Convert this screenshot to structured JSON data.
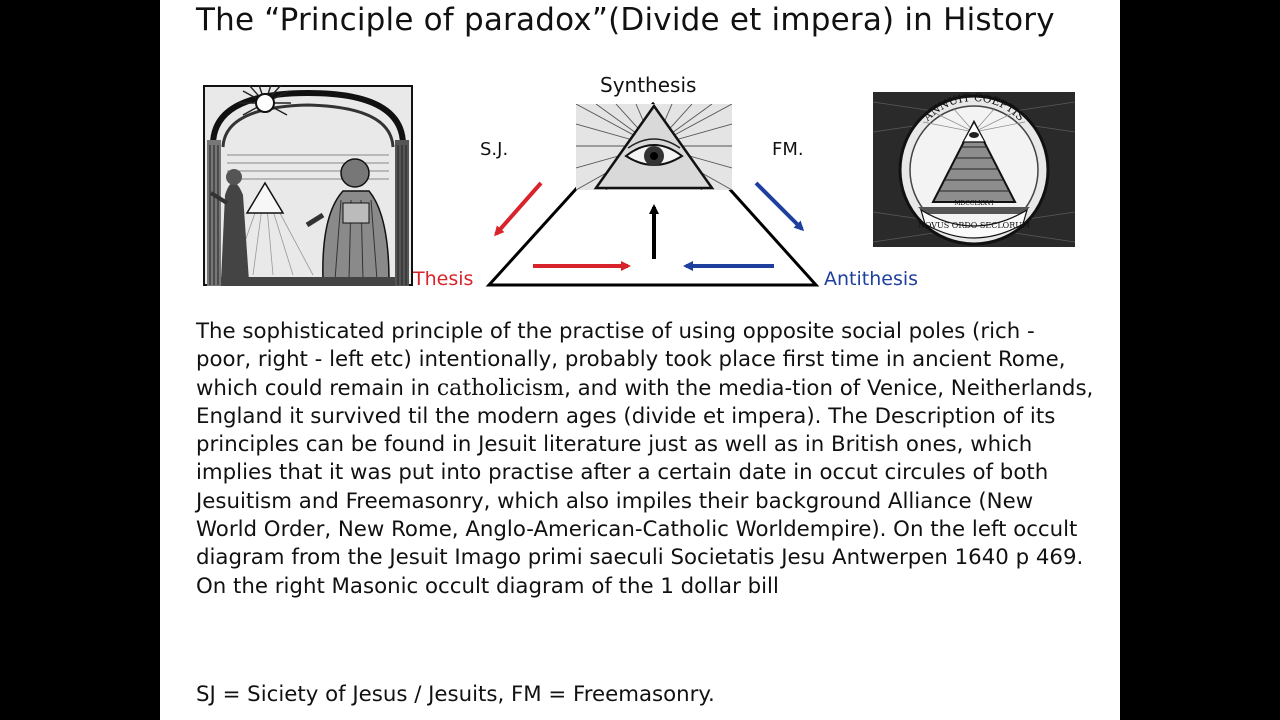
{
  "slide": {
    "title": "The “Principle of paradox”(Divide et impera) in History",
    "diagram": {
      "top_label": "Synthesis",
      "left_side_label": "S.J.",
      "right_side_label": "FM.",
      "bottom_left_label": "Thesis",
      "bottom_right_label": "Antithesis",
      "colors": {
        "thesis": "#d8232a",
        "antithesis": "#1f3f9e",
        "synthesis_arrow": "#000000"
      }
    },
    "right_seal": {
      "text_top": "ANNUIT COEPTIS",
      "text_bottom": "NOVUS ORDO SECLORUM",
      "year": "MDCCLXXVI"
    },
    "body": {
      "part1": "The sophisticated principle of the practise of using opposite social poles (rich - poor, right - left etc) intentionally, probably took place first time in ancient Rome, which could remain in ",
      "serif_word": "catholicism",
      "part2": ", and with the media-tion of Venice, Neitherlands, England it survived til the modern ages (divide et impera). The Description of its principles can be found in Jesuit literature  just as well as in British ones, which implies that it was put into practise after a certain date in occut circules of both Jesuitism and Freemasonry, which also impiles their background Alliance (New World Order, New Rome, Anglo-American-Catholic Worldempire). On the left occult diagram from the Jesuit Imago primi saeculi Societatis Jesu Antwerpen 1640 p 469.",
      "line_last": "On the right Masonic occult diagram of the 1 dollar bill"
    },
    "footer": "SJ = Siciety of Jesus / Jesuits, FM = Freemasonry."
  }
}
